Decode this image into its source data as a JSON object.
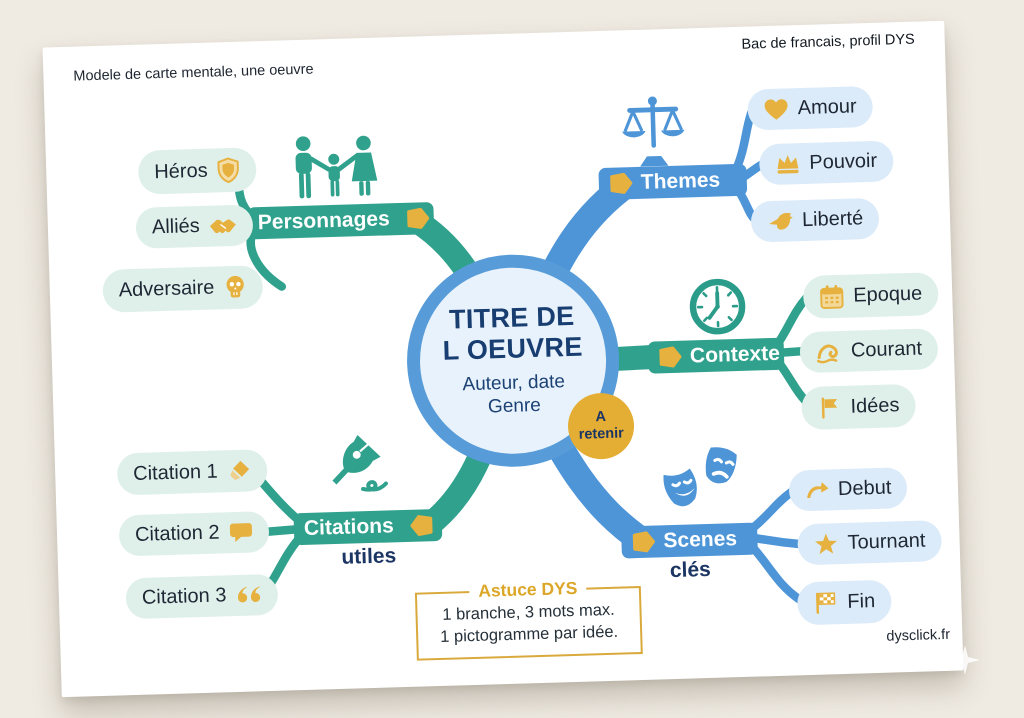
{
  "page": {
    "title_left": "Modele de carte mentale, une oeuvre",
    "title_right": "Bac de francais, profil DYS",
    "footer": "dysclick.fr"
  },
  "center": {
    "title_line1": "TITRE DE",
    "title_line2": "L OEUVRE",
    "subtitle_line1": "Auteur, date",
    "subtitle_line2": "Genre",
    "badge_line1": "A",
    "badge_line2": "retenir"
  },
  "branches": {
    "personnages": {
      "label": "Personnages",
      "icon": "family-icon",
      "children": [
        {
          "label": "Héros",
          "icon": "shield-icon"
        },
        {
          "label": "Alliés",
          "icon": "handshake-icon"
        },
        {
          "label": "Adversaire",
          "icon": "skull-icon"
        }
      ]
    },
    "themes": {
      "label": "Themes",
      "icon": "scales-icon",
      "children": [
        {
          "label": "Amour",
          "icon": "heart-icon"
        },
        {
          "label": "Pouvoir",
          "icon": "crown-icon"
        },
        {
          "label": "Liberté",
          "icon": "dove-icon"
        }
      ]
    },
    "contexte": {
      "label": "Contexte",
      "icon": "clock-icon",
      "children": [
        {
          "label": "Epoque",
          "icon": "calendar-icon"
        },
        {
          "label": "Courant",
          "icon": "wave-icon"
        },
        {
          "label": "Idées",
          "icon": "flag-icon"
        }
      ]
    },
    "citations": {
      "label": "Citations",
      "sublabel": "utiles",
      "icon": "pen-icon",
      "children": [
        {
          "label": "Citation 1",
          "icon": "highlighter-icon"
        },
        {
          "label": "Citation 2",
          "icon": "speech-bubble-icon"
        },
        {
          "label": "Citation 3",
          "icon": "quote-icon"
        }
      ]
    },
    "scenes": {
      "label": "Scenes",
      "sublabel": "clés",
      "icon": "masks-icon",
      "children": [
        {
          "label": "Debut",
          "icon": "curved-arrow-icon"
        },
        {
          "label": "Tournant",
          "icon": "star-icon"
        },
        {
          "label": "Fin",
          "icon": "checkered-flag-icon"
        }
      ]
    }
  },
  "astuce": {
    "title": "Astuce DYS",
    "line1": "1 branche, 3 mots max.",
    "line2": "1 pictogramme par idée."
  },
  "colors": {
    "teal": "#2fa18c",
    "blue": "#4e95d8",
    "gold": "#e6b13e",
    "navy": "#1c3664",
    "pill_mint": "#dff0eb",
    "pill_sky": "#dcebf9",
    "center_fill": "#e8f2fc",
    "center_ring": "#579cd8",
    "card": "#ffffff",
    "background": "#efeae2"
  }
}
